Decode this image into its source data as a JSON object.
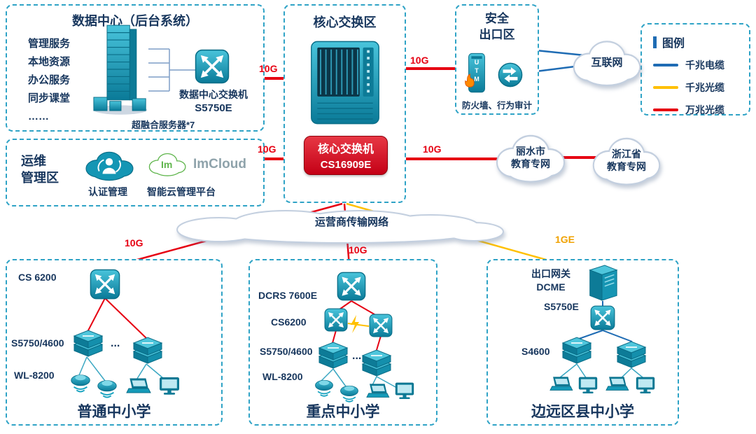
{
  "data_center": {
    "title": "数据中心（后台系统）",
    "services": [
      "管理服务",
      "本地资源",
      "办公服务",
      "同步课堂",
      "……"
    ],
    "server_caption": "超融合服务器*7",
    "switch_caption": "数据中心交换机",
    "switch_model": "S5750E"
  },
  "core_zone": {
    "title": "核心交换区",
    "badge_name": "核心交换机",
    "badge_model": "CS16909E"
  },
  "security_zone": {
    "title_line1": "安全",
    "title_line2": "出口区",
    "utm_label": "UTM",
    "caption": "防火墙、行为审计"
  },
  "ops_zone": {
    "title_line1": "运维",
    "title_line2": "管理区",
    "auth_caption": "认证管理",
    "imcloud_mark": "Im",
    "imcloud_name": "ImCloud",
    "platform_caption": "智能云管理平台"
  },
  "legend": {
    "title": "图例",
    "items": [
      {
        "label": "千兆电缆",
        "color": "#1f6cb4"
      },
      {
        "label": "千兆光缆",
        "color": "#ffc000"
      },
      {
        "label": "万兆光缆",
        "color": "#e60012"
      }
    ]
  },
  "clouds": {
    "internet": "互联网",
    "lishui_line1": "丽水市",
    "lishui_line2": "教育专网",
    "zhejiang_line1": "浙江省",
    "zhejiang_line2": "教育专网",
    "carrier": "运营商传输网络"
  },
  "links": {
    "dc_core": "10G",
    "core_security": "10G",
    "ops_core": "10G",
    "core_edunet": "10G",
    "school_left": "10G",
    "school_mid": "10G",
    "school_right": "1GE"
  },
  "school_left": {
    "name": "普通中小学",
    "core_switch": "CS 6200",
    "access_switch": "S5750/4600",
    "wireless": "WL-8200",
    "ellipsis": "..."
  },
  "school_mid": {
    "name": "重点中小学",
    "core_switch": "DCRS 7600E",
    "agg_switch": "CS6200",
    "access_switch": "S5750/4600",
    "wireless": "WL-8200",
    "ellipsis": "..."
  },
  "school_right": {
    "name": "边远区县中小学",
    "gateway_line1": "出口网关",
    "gateway_line2": "DCME",
    "core_switch": "S5750E",
    "access_switch": "S4600"
  }
}
